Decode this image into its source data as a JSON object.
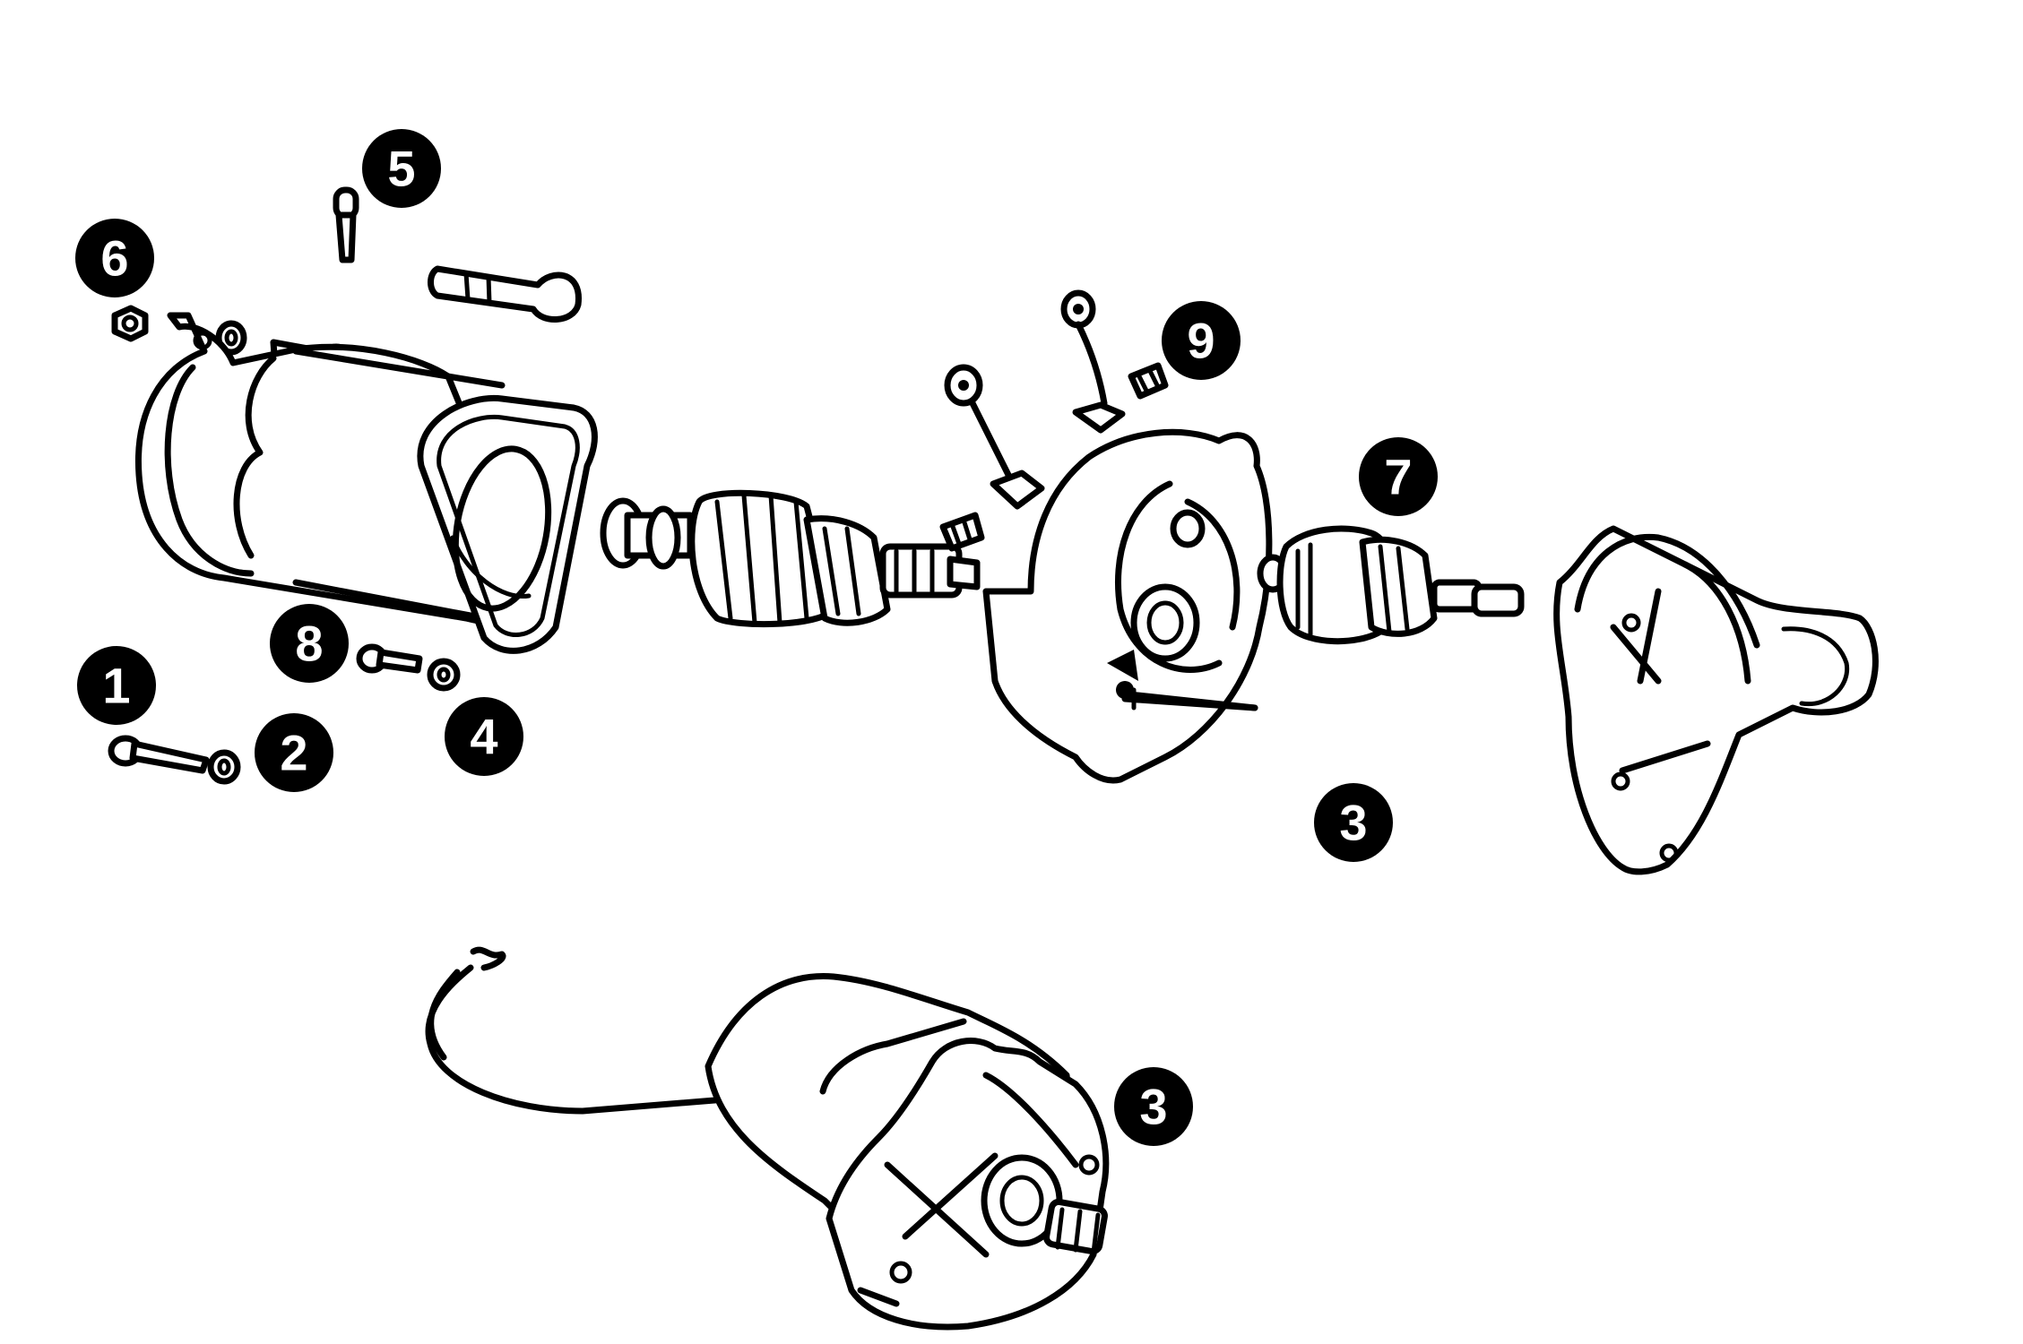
{
  "diagram": {
    "callouts": [
      {
        "id": "c5",
        "label": "5"
      },
      {
        "id": "c6",
        "label": "6"
      },
      {
        "id": "c9",
        "label": "9"
      },
      {
        "id": "c7",
        "label": "7"
      },
      {
        "id": "c8",
        "label": "8"
      },
      {
        "id": "c1",
        "label": "1"
      },
      {
        "id": "c2",
        "label": "2"
      },
      {
        "id": "c4",
        "label": "4"
      },
      {
        "id": "c3a",
        "label": "3"
      },
      {
        "id": "c3b",
        "label": "3"
      }
    ],
    "colors": {
      "ink": "#000000",
      "paper": "#ffffff",
      "callout_text": "#ffffff"
    }
  }
}
